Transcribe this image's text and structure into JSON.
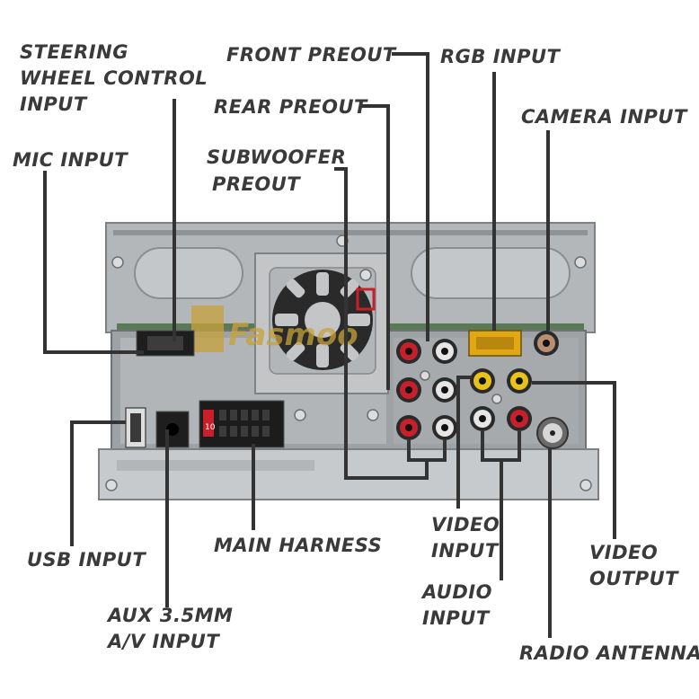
{
  "labels": {
    "steering": [
      "STEERING",
      "WHEEL CONTROL",
      "INPUT"
    ],
    "mic": "MIC INPUT",
    "front_preout": "FRONT PREOUT",
    "rgb": "RGB INPUT",
    "rear_preout": "REAR PREOUT",
    "camera": "CAMERA INPUT",
    "subwoofer": [
      "SUBWOOFER",
      "PREOUT"
    ],
    "usb": "USB INPUT",
    "main_harness": "MAIN HARNESS",
    "aux": [
      "AUX 3.5MM",
      "A/V INPUT"
    ],
    "video_input": [
      "VIDEO",
      "INPUT"
    ],
    "audio_input": [
      "AUDIO",
      "INPUT"
    ],
    "video_output": [
      "VIDEO",
      "OUTPUT"
    ],
    "radio_antenna": "RADIO ANTENNA"
  },
  "unit": {
    "fuse_label": "10",
    "watermark": "Fasmoo"
  },
  "colors": {
    "leader_line": "#333333",
    "chassis": "#a9adb0",
    "plate": "#cfd2d4",
    "rca_red": "#c8202a",
    "rca_white": "#e6e6e6",
    "rca_yellow": "#e8c21a",
    "rgb_connector": "#e2a814",
    "watermark_gold": "#c7a23a"
  }
}
